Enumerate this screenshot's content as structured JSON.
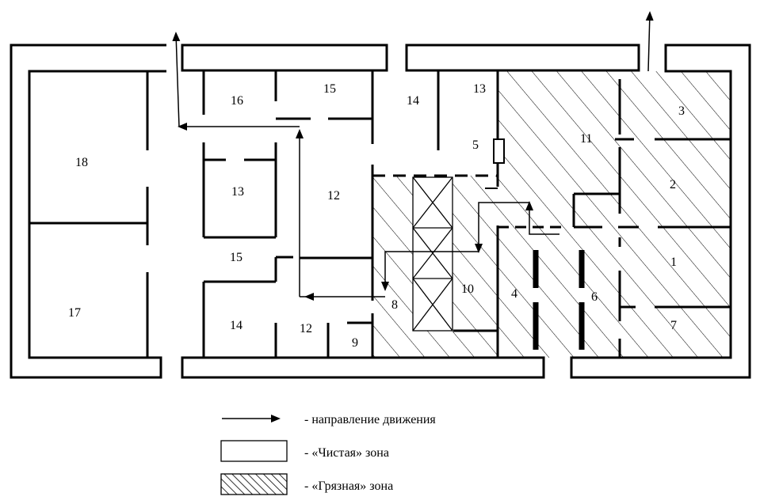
{
  "rooms": {
    "r1": "1",
    "r2": "2",
    "r3": "3",
    "r4": "4",
    "r5": "5",
    "r6": "6",
    "r7": "7",
    "r8": "8",
    "r9": "9",
    "r10": "10",
    "r11": "11",
    "r12a": "12",
    "r12b": "12",
    "r13a": "13",
    "r13b": "13",
    "r14a": "14",
    "r14b": "14",
    "r15a": "15",
    "r15b": "15",
    "r16": "16",
    "r17": "17",
    "r18": "18"
  },
  "legend": {
    "movement": "- направление движения",
    "clean": "- «Чистая» зона",
    "dirty": "- «Грязная» зона"
  }
}
